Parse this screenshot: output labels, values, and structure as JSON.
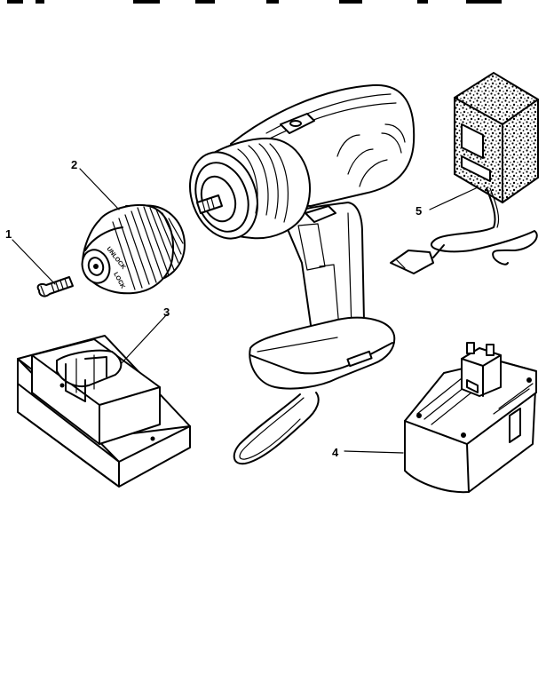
{
  "callouts": [
    {
      "number": "1",
      "part": "screw"
    },
    {
      "number": "2",
      "part": "chuck"
    },
    {
      "number": "3",
      "part": "charger-base"
    },
    {
      "number": "4",
      "part": "battery-pack"
    },
    {
      "number": "5",
      "part": "wall-transformer"
    }
  ],
  "chuck_labels": {
    "unlock": "UNLOCK",
    "lock": "LOCK"
  },
  "speckle_pattern": "stipple"
}
